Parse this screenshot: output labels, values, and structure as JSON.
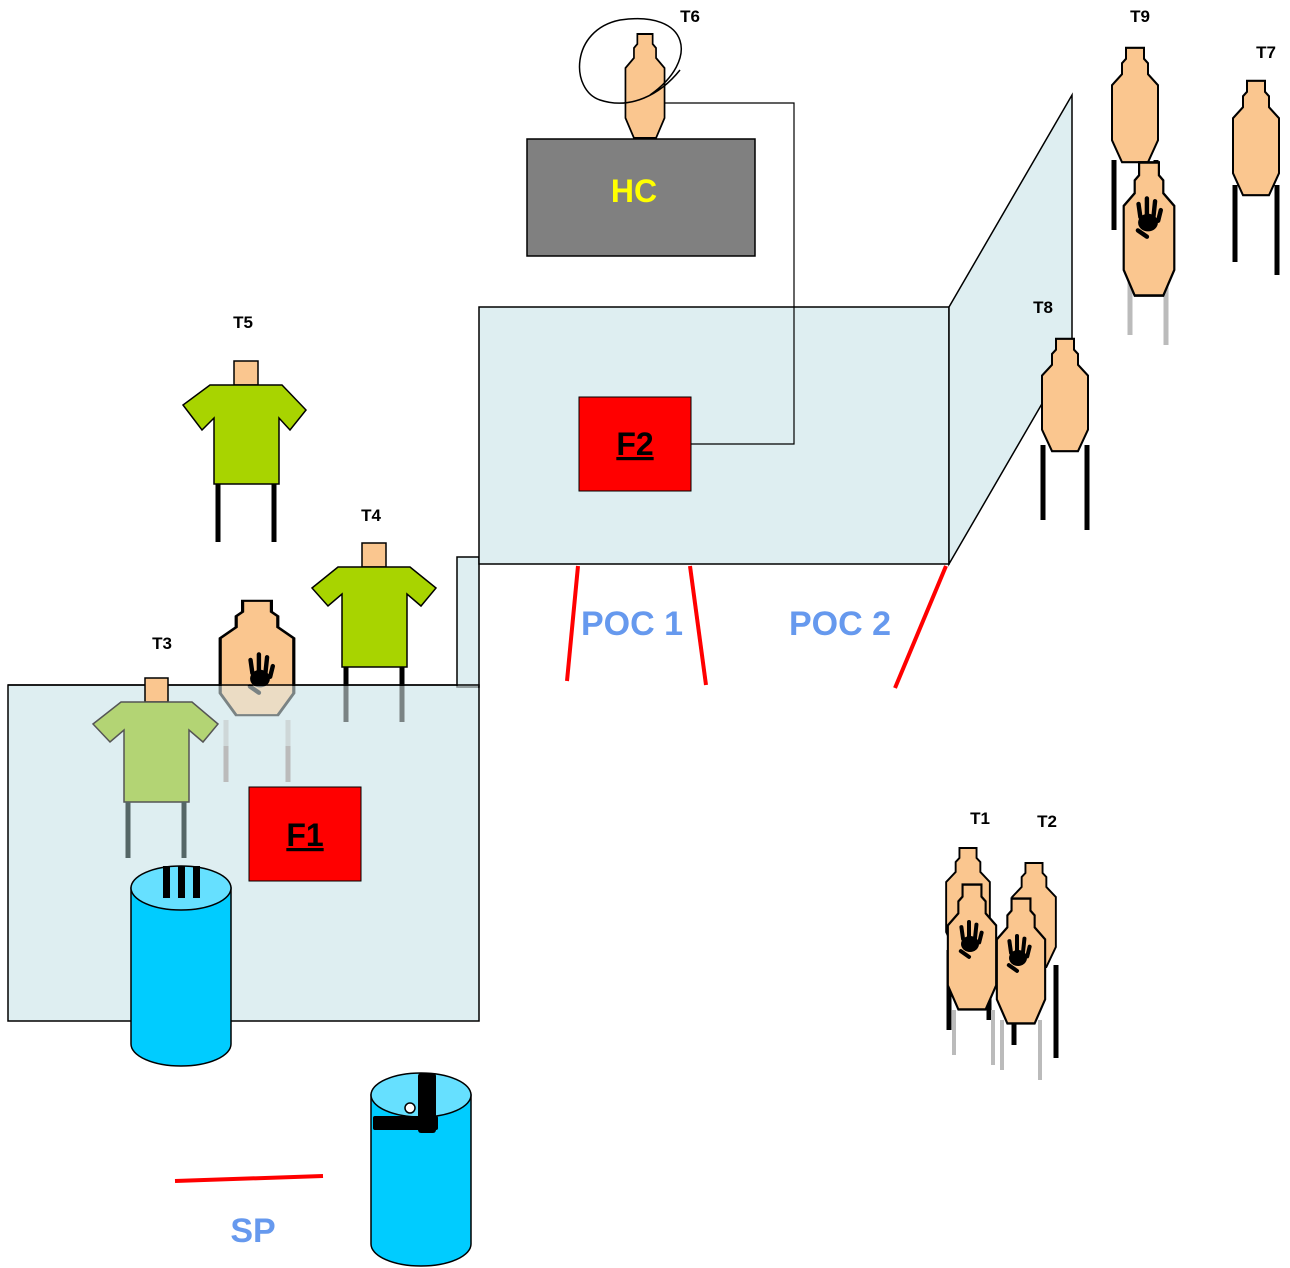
{
  "targets": {
    "t1": "T1",
    "t2": "T2",
    "t3": "T3",
    "t4": "T4",
    "t5": "T5",
    "t6": "T6",
    "t7": "T7",
    "t8": "T8",
    "t9": "T9"
  },
  "labels": {
    "hc": "HC",
    "f1": "F1",
    "f2": "F2",
    "poc1": "POC 1",
    "poc2": "POC 2",
    "sp": "SP",
    "barrel_marks": "III"
  },
  "colors": {
    "wall": "#deeef1",
    "paper_target": "#fac68f",
    "shirt": "#a8d400",
    "shirt_faded": "#b3d474",
    "barrel": "#00ccff",
    "barrel_top": "#66e0ff",
    "fault_line": "#ff0000",
    "hc_box": "#808080",
    "hc_text": "#ffff00",
    "label_blue": "#6699ee",
    "box_red": "#ff0000"
  },
  "icons": {
    "no_shoot": "hand-icon",
    "gun": "pistol-icon"
  }
}
